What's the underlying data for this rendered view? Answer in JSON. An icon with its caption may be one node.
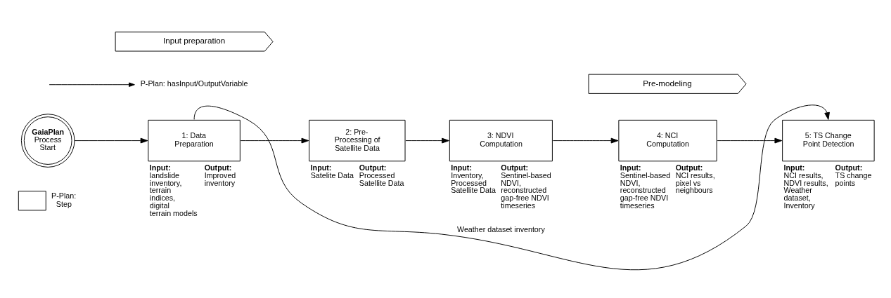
{
  "diagram": {
    "nodes": [
      {
        "text": [
          "Input preparation"
        ]
      },
      {
        "text": [
          "Pre-modeling"
        ]
      },
      {
        "text": [
          "GaiaPlan",
          "Process Start"
        ]
      },
      {
        "text": [
          "1: Data Preparation"
        ],
        "beside": [
          "**Input:** landslide inventory, terrain indices, digital terrain models",
          "**Output:** Improved inventory"
        ]
      },
      {
        "text": [
          "2: Pre-Processing of Satellite Data"
        ],
        "beside": [
          "**Input:** Satelite Data",
          "**Output:** Processed Satellite Data"
        ]
      },
      {
        "text": [
          "3: NDVI Computation"
        ],
        "beside": [
          "**Input:** Inventory, Processed Satellite Data",
          "**Output:** Sentinel-based NDVI, reconstructed gap-free NDVI timeseries"
        ]
      },
      {
        "text": [
          "4: NCI Computation"
        ],
        "beside": [
          "**Input:** Sentinel-based NDVI, reconstructed gap-free NDVI timeseries",
          "**Output:** NCI results, pixel vs neighbours"
        ]
      },
      {
        "text": [
          "5: TS Change Point Detection"
        ],
        "beside": [
          "**Input:** NCI results, NDVI results, Weather dataset, Inventory",
          "**Output:** TS change points"
        ]
      }
    ],
    "edges": [
      {
        "from": 2,
        "to": 3,
        "arrow": "to"
      },
      {
        "from": 3,
        "to": 4,
        "arrow": "to"
      },
      {
        "from": 4,
        "to": 5,
        "arrow": "to"
      },
      {
        "from": 5,
        "to": 6,
        "arrow": "to"
      },
      {
        "from": 6,
        "to": 7,
        "arrow": "to"
      },
      {
        "from": 3,
        "to": 7,
        "arrow": "to",
        "label": "Weather dataset inventory"
      }
    ],
    "legend": [
      {
        "text": "P-Plan: Step"
      },
      {
        "text": "P-Plan: hasInput/OutputVariable"
      }
    ]
  }
}
